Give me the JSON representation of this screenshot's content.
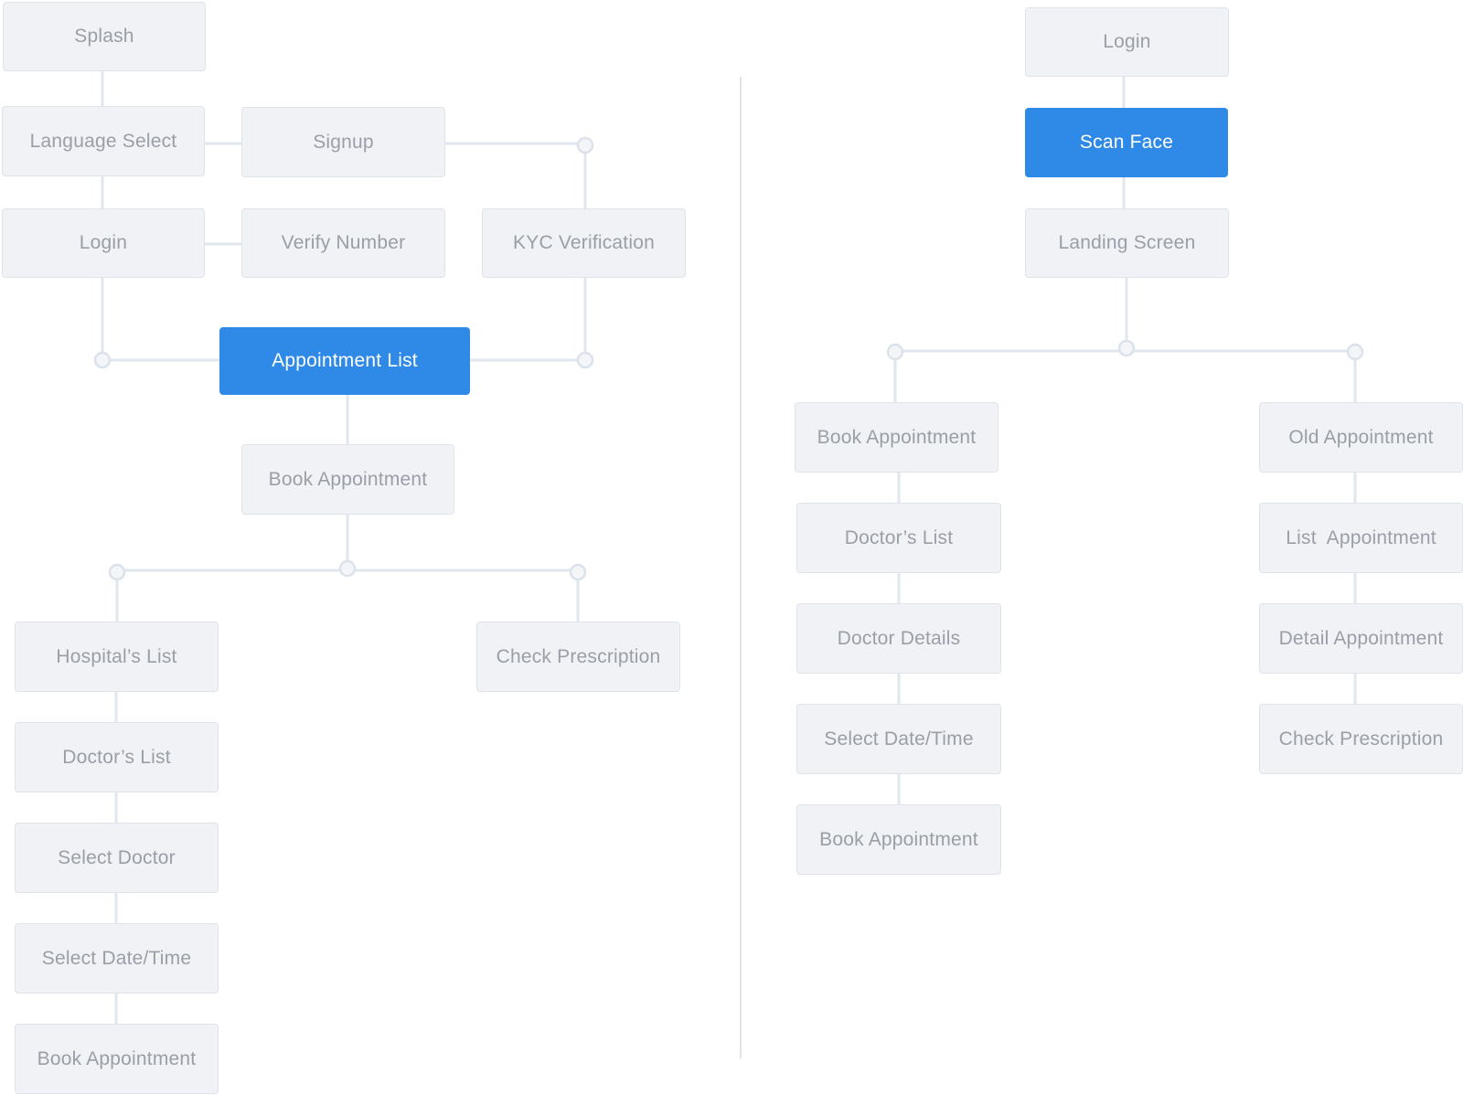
{
  "colors": {
    "node_bg": "#f1f2f5",
    "node_border": "#dfe4ea",
    "node_text": "#9a9ea6",
    "primary": "#2f89e6",
    "connector": "#e1e7ee"
  },
  "left_flow": {
    "splash": "Splash",
    "language_select": "Language Select",
    "signup": "Signup",
    "login": "Login",
    "verify_number": "Verify Number",
    "kyc_verification": "KYC Verification",
    "appointment_list": "Appointment List",
    "book_appointment": "Book Appointment",
    "hospitals_list": "Hospital’s List",
    "check_prescription": "Check Prescription",
    "doctors_list": "Doctor’s List",
    "select_doctor": "Select Doctor",
    "select_date_time": "Select Date/Time",
    "final_book_appointment": "Book Appointment"
  },
  "right_flow": {
    "login": "Login",
    "scan_face": "Scan Face",
    "landing_screen": "Landing Screen",
    "book_appointment": "Book Appointment",
    "old_appointment": "Old Appointment",
    "doctors_list": "Doctor’s List",
    "list_appointment": "List  Appointment",
    "doctor_details": "Doctor Details",
    "detail_appointment": "Detail Appointment",
    "select_date_time": "Select Date/Time",
    "check_prescription": "Check Prescription",
    "final_book_appointment": "Book Appointment"
  }
}
